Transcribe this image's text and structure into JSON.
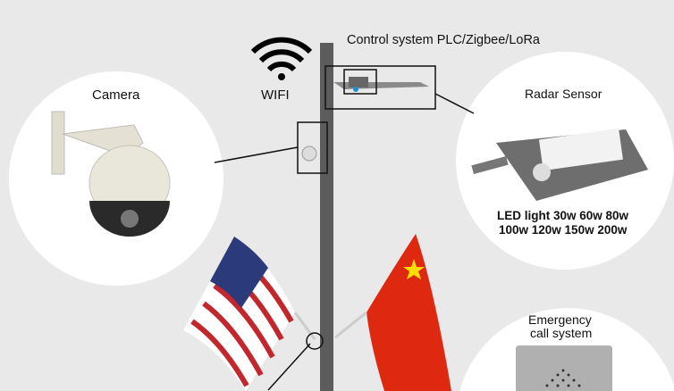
{
  "labels": {
    "control": "Control system PLC/Zigbee/LoRa",
    "wifi": "WIFI",
    "camera": "Camera",
    "radar": "Radar Sensor",
    "led_line1": "LED light 30w 60w 80w",
    "led_line2": "100w 120w 150w 200w",
    "emergency_line1": "Emergency",
    "emergency_line2": "call system"
  },
  "colors": {
    "background": "#e9e9e9",
    "pole": "#5a5a5a",
    "circle": "#ffffff"
  }
}
